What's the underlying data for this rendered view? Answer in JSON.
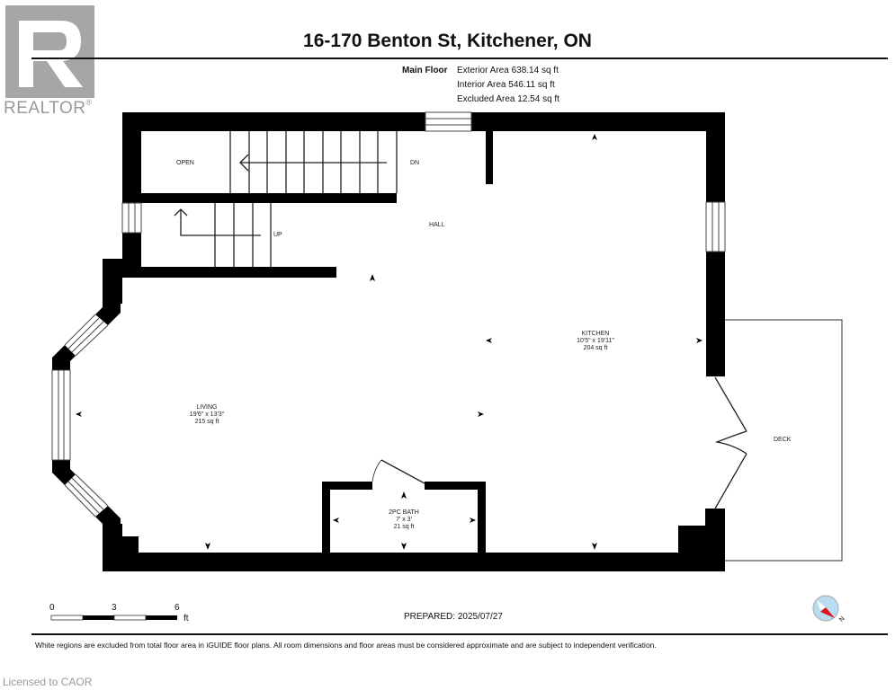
{
  "branding": {
    "logo_text": "REALTOR",
    "logo_mark": "®",
    "license_text": "Licensed to CAOR"
  },
  "header": {
    "title": "16-170 Benton St, Kitchener, ON",
    "floor_name": "Main Floor",
    "areas": [
      "Exterior Area 638.14 sq ft",
      "Interior Area 546.11 sq ft",
      "Excluded Area 12.54 sq ft"
    ]
  },
  "rooms": {
    "open": {
      "name": "OPEN"
    },
    "stairs_down": {
      "label": "DN"
    },
    "stairs_up": {
      "label": "UP"
    },
    "hall": {
      "name": "HALL"
    },
    "kitchen": {
      "name": "KITCHEN",
      "dimensions": "10'5\" x 19'11\"",
      "area": "204 sq ft"
    },
    "living": {
      "name": "LIVING",
      "dimensions": "19'6\" x 13'3\"",
      "area": "215 sq ft"
    },
    "bath": {
      "name": "2PC BATH",
      "dimensions": "7' x 3'",
      "area": "21 sq ft"
    },
    "deck": {
      "name": "DECK"
    }
  },
  "scale_bar": {
    "ticks": [
      "0",
      "3",
      "6"
    ],
    "unit": "ft"
  },
  "compass": {
    "north_label": "N",
    "accent_color": "#e0141e",
    "dial_color": "#b8dcf2"
  },
  "footer": {
    "prepared": "PREPARED: 2025/07/27",
    "disclaimer": "White regions are excluded from total floor area in iGUIDE floor plans. All room dimensions and floor areas must be considered approximate and are subject to independent verification."
  }
}
